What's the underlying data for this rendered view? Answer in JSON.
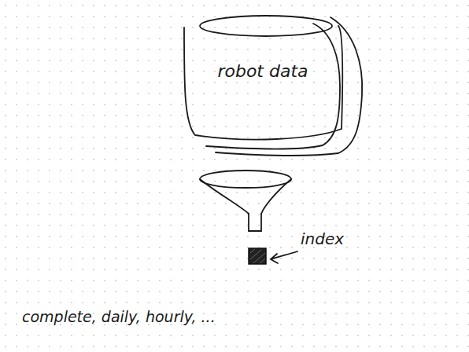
{
  "diagram": {
    "nodes": [
      {
        "text": [
          "robot data"
        ]
      }
    ],
    "labels": [
      "index",
      "complete, daily, hourly, ..."
    ]
  }
}
